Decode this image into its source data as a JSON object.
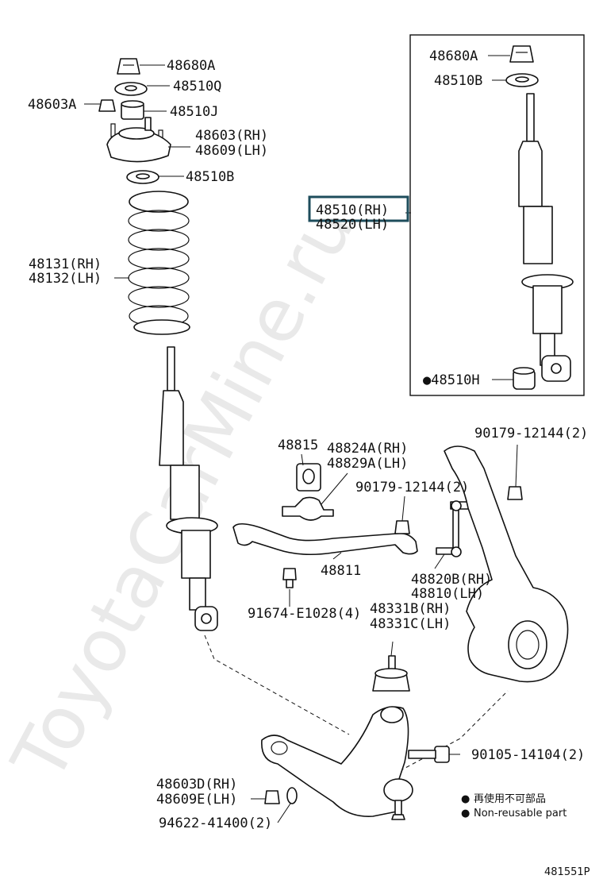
{
  "watermark": "ToyotaCarMine.ru",
  "footer_code": "481551P",
  "legend": {
    "symbol": "●",
    "jp": "再使用不可部品",
    "en": "Non-reusable part"
  },
  "labels": {
    "inset_48680A": "48680A",
    "inset_48510B": "48510B",
    "inset_48510H": "●48510H",
    "l_48680A": "48680A",
    "l_48510Q": "48510Q",
    "l_48603A": "48603A",
    "l_48510J": "48510J",
    "l_48603RH": "48603(RH)",
    "l_48609LH": "48609(LH)",
    "l_48510B": "48510B",
    "l_48510RH": "48510(RH)",
    "l_48520LH": "48520(LH)",
    "l_48131RH": "48131(RH)",
    "l_48132LH": "48132(LH)",
    "l_48815": "48815",
    "l_48824A": "48824A(RH)",
    "l_48829A": "48829A(LH)",
    "l_90179a": "90179-12144(2)",
    "l_90179b": "90179-12144(2)",
    "l_48811": "48811",
    "l_48820B": "48820B(RH)",
    "l_48810": "48810(LH)",
    "l_91674": "91674-E1028(4)",
    "l_48331B": "48331B(RH)",
    "l_48331C": "48331C(LH)",
    "l_90105": "90105-14104(2)",
    "l_48603D": "48603D(RH)",
    "l_48609E": "48609E(LH)",
    "l_94622": "94622-41400(2)"
  }
}
